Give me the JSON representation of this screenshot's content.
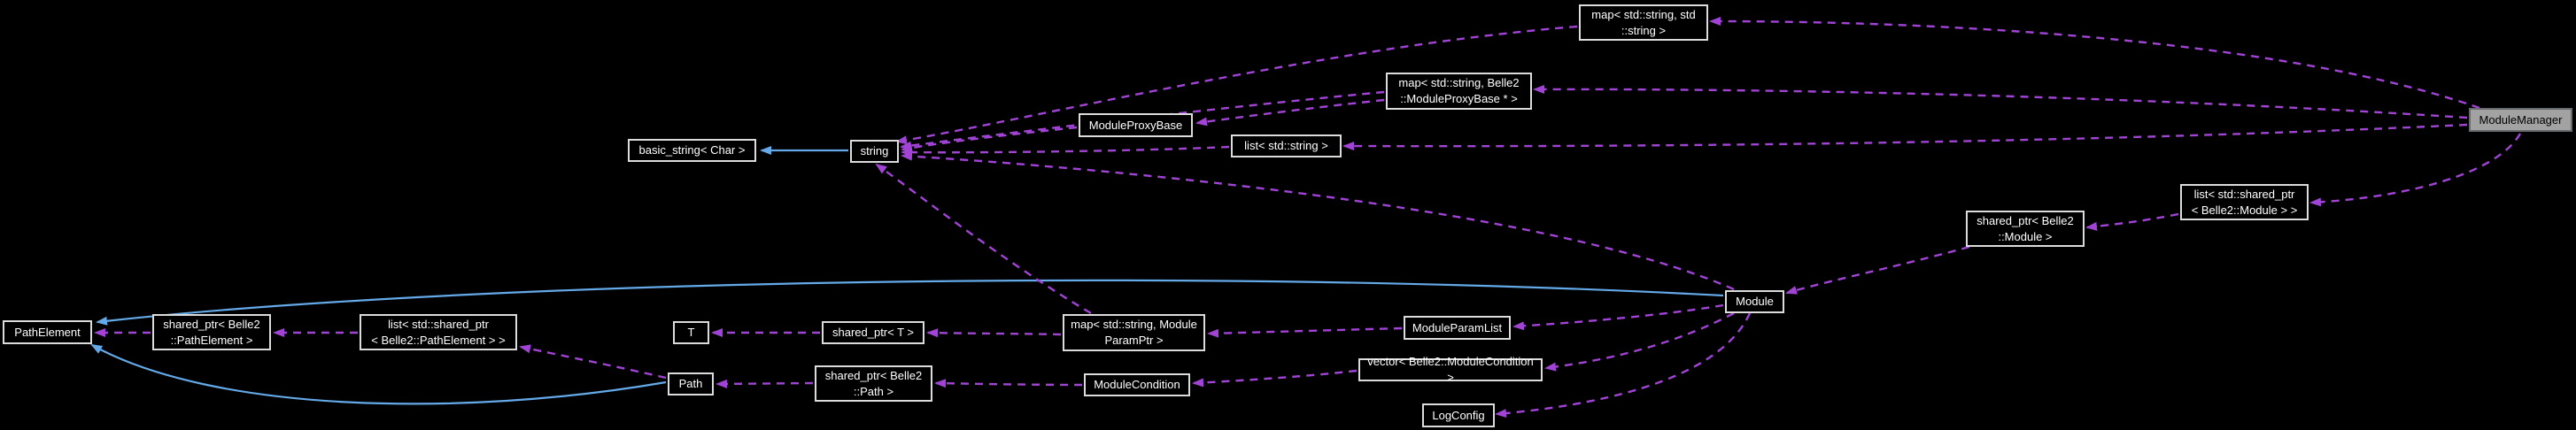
{
  "diagram": {
    "type": "collaboration-graph",
    "style": "doxygen-dark",
    "colors": {
      "background": "#000000",
      "node_border": "#dcdcdc",
      "node_fill": "#000000",
      "node_text": "#ffffff",
      "highlight_fill": "#a2a2a2",
      "highlight_text": "#000000",
      "usage_edge": "#a144d6",
      "inheritance_edge": "#64a9e8"
    }
  },
  "nodes": {
    "basic_string_char": {
      "label": "basic_string< Char >"
    },
    "string": {
      "label": "string"
    },
    "module_proxy_base": {
      "label": "ModuleProxyBase"
    },
    "map_string_string": {
      "label": "map< std::string, std\n::string >"
    },
    "map_string_module_proxy_base": {
      "label": "map< std::string, Belle2\n::ModuleProxyBase * >"
    },
    "list_string": {
      "label": "list< std::string >"
    },
    "module_manager": {
      "label": "ModuleManager"
    },
    "list_shared_ptr_module": {
      "label": "list< std::shared_ptr\n< Belle2::Module > >"
    },
    "shared_ptr_module": {
      "label": "shared_ptr< Belle2\n::Module >"
    },
    "module": {
      "label": "Module"
    },
    "path_element": {
      "label": "PathElement"
    },
    "shared_ptr_path_element": {
      "label": "shared_ptr< Belle2\n::PathElement >"
    },
    "list_shared_ptr_path_element": {
      "label": "list< std::shared_ptr\n< Belle2::PathElement > >"
    },
    "t": {
      "label": "T"
    },
    "shared_ptr_t": {
      "label": "shared_ptr< T >"
    },
    "map_string_module_param_ptr": {
      "label": "map< std::string, Module\nParamPtr >"
    },
    "module_param_list": {
      "label": "ModuleParamList"
    },
    "path": {
      "label": "Path"
    },
    "shared_ptr_path": {
      "label": "shared_ptr< Belle2\n::Path >"
    },
    "module_condition": {
      "label": "ModuleCondition"
    },
    "vector_module_condition": {
      "label": "vector< Belle2::ModuleCondition >"
    },
    "log_config": {
      "label": "LogConfig"
    }
  },
  "edges": [
    {
      "from": "module_manager",
      "to": "map_string_string",
      "type": "usage"
    },
    {
      "from": "module_manager",
      "to": "map_string_module_proxy_base",
      "type": "usage"
    },
    {
      "from": "module_manager",
      "to": "list_string",
      "type": "usage"
    },
    {
      "from": "module_manager",
      "to": "list_shared_ptr_module",
      "type": "usage"
    },
    {
      "from": "map_string_string",
      "to": "string",
      "type": "usage"
    },
    {
      "from": "map_string_module_proxy_base",
      "to": "string",
      "type": "usage"
    },
    {
      "from": "map_string_module_proxy_base",
      "to": "module_proxy_base",
      "type": "usage"
    },
    {
      "from": "module_proxy_base",
      "to": "string",
      "type": "usage"
    },
    {
      "from": "list_string",
      "to": "string",
      "type": "usage"
    },
    {
      "from": "module",
      "to": "string",
      "type": "usage"
    },
    {
      "from": "map_string_module_param_ptr",
      "to": "string",
      "type": "usage"
    },
    {
      "from": "list_shared_ptr_module",
      "to": "shared_ptr_module",
      "type": "usage"
    },
    {
      "from": "shared_ptr_module",
      "to": "module",
      "type": "usage"
    },
    {
      "from": "module",
      "to": "module_param_list",
      "type": "usage"
    },
    {
      "from": "module",
      "to": "vector_module_condition",
      "type": "usage"
    },
    {
      "from": "module",
      "to": "log_config",
      "type": "usage"
    },
    {
      "from": "module_param_list",
      "to": "map_string_module_param_ptr",
      "type": "usage"
    },
    {
      "from": "map_string_module_param_ptr",
      "to": "shared_ptr_t",
      "type": "usage"
    },
    {
      "from": "shared_ptr_t",
      "to": "t",
      "type": "usage"
    },
    {
      "from": "vector_module_condition",
      "to": "module_condition",
      "type": "usage"
    },
    {
      "from": "module_condition",
      "to": "shared_ptr_path",
      "type": "usage"
    },
    {
      "from": "shared_ptr_path",
      "to": "path",
      "type": "usage"
    },
    {
      "from": "path",
      "to": "list_shared_ptr_path_element",
      "type": "usage"
    },
    {
      "from": "list_shared_ptr_path_element",
      "to": "shared_ptr_path_element",
      "type": "usage"
    },
    {
      "from": "shared_ptr_path_element",
      "to": "path_element",
      "type": "usage"
    },
    {
      "from": "string",
      "to": "basic_string_char",
      "type": "inheritance"
    },
    {
      "from": "module",
      "to": "path_element",
      "type": "inheritance"
    },
    {
      "from": "path",
      "to": "path_element",
      "type": "inheritance"
    }
  ]
}
